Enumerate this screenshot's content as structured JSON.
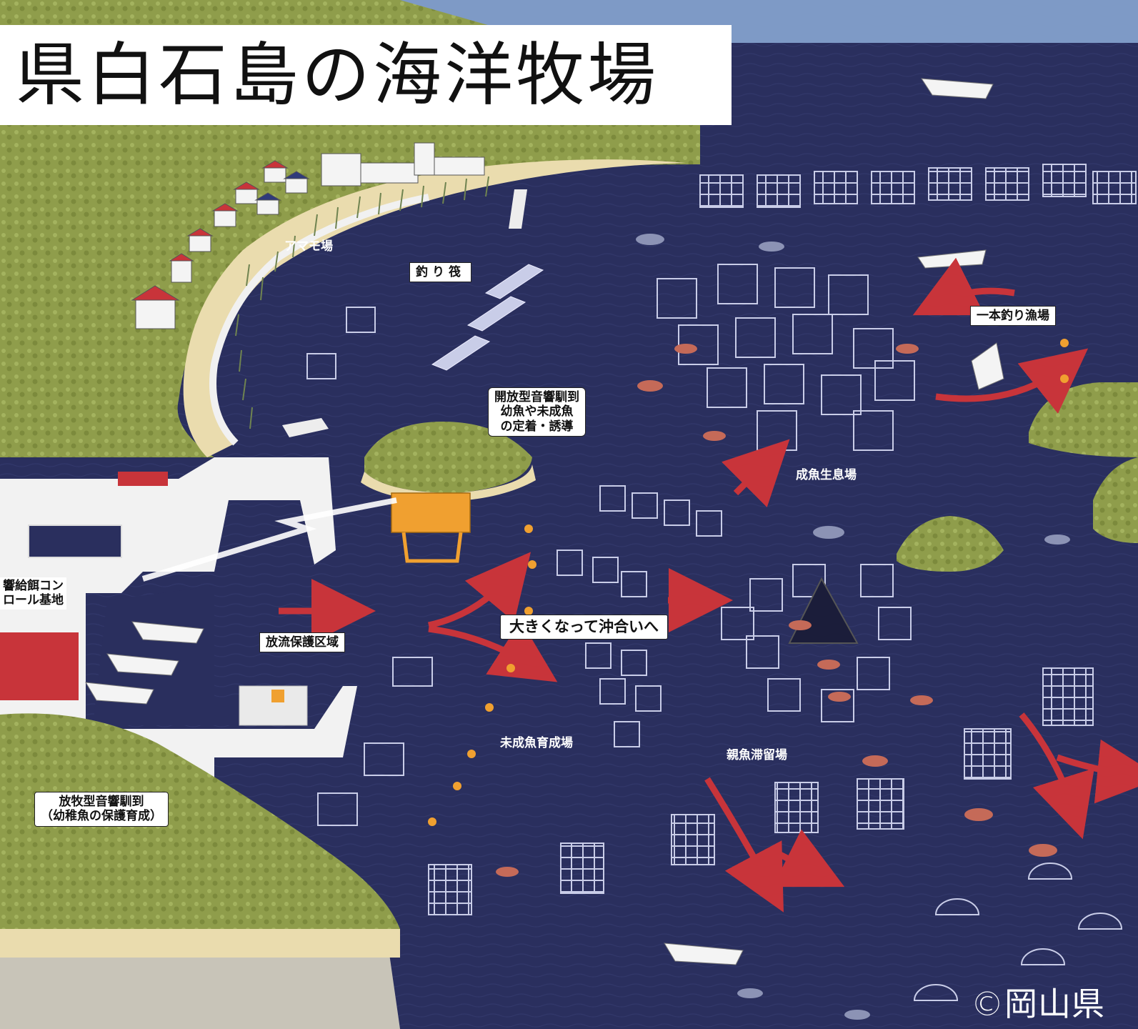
{
  "map": {
    "title": "県白石島の海洋牧場",
    "credit": "©岡山県",
    "labels": {
      "seagrass_bed": "アマモ場",
      "fishing_raft": "釣り筏",
      "open_feeder": [
        "開放型音響馴到",
        "幼魚や未成魚",
        "の定着・誘導"
      ],
      "fry_base": [
        "響給餌コン",
        "ロール基地"
      ],
      "release_area": "放流保護区域",
      "grow_offshore": "大きくなって沖合いへ",
      "juvenile_area": "未成魚育成場",
      "grazing_feeder": [
        "放牧型音響馴到",
        "（幼稚魚の保護育成）"
      ],
      "adult_habitat": "成魚生息場",
      "pole_fishing": "一本釣り漁場",
      "parent_fish": "親魚滞留場"
    },
    "colors": {
      "sea": "#2a2f5e",
      "land": "#9fae5a",
      "beach": "#eadcae",
      "arrow": "#c8343a",
      "reef": "#c9cde8"
    }
  }
}
